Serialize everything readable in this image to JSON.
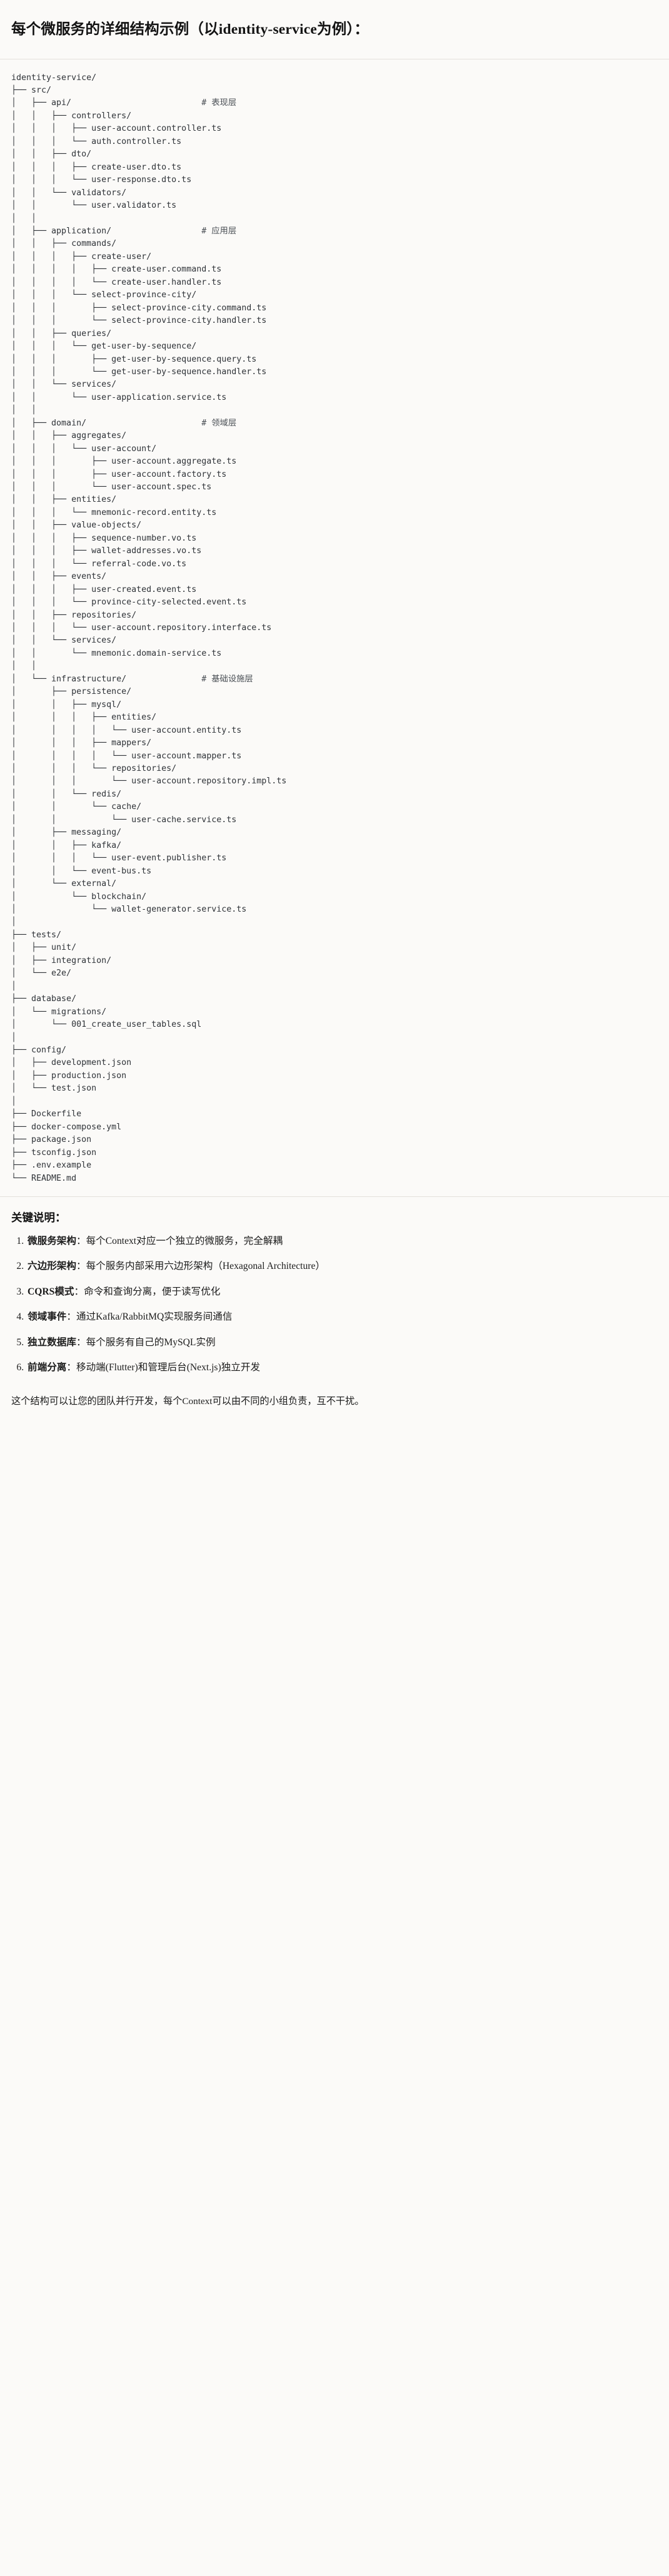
{
  "document": {
    "title": "每个微服务的详细结构示例（以identity-service为例）：",
    "tree_root": "identity-service/",
    "tree_lines": [
      "identity-service/",
      "├── src/",
      "│   ├── api/                          # 表现层",
      "│   │   ├── controllers/",
      "│   │   │   ├── user-account.controller.ts",
      "│   │   │   └── auth.controller.ts",
      "│   │   ├── dto/",
      "│   │   │   ├── create-user.dto.ts",
      "│   │   │   └── user-response.dto.ts",
      "│   │   └── validators/",
      "│   │       └── user.validator.ts",
      "│   │",
      "│   ├── application/                  # 应用层",
      "│   │   ├── commands/",
      "│   │   │   ├── create-user/",
      "│   │   │   │   ├── create-user.command.ts",
      "│   │   │   │   └── create-user.handler.ts",
      "│   │   │   └── select-province-city/",
      "│   │   │       ├── select-province-city.command.ts",
      "│   │   │       └── select-province-city.handler.ts",
      "│   │   ├── queries/",
      "│   │   │   └── get-user-by-sequence/",
      "│   │   │       ├── get-user-by-sequence.query.ts",
      "│   │   │       └── get-user-by-sequence.handler.ts",
      "│   │   └── services/",
      "│   │       └── user-application.service.ts",
      "│   │",
      "│   ├── domain/                       # 领域层",
      "│   │   ├── aggregates/",
      "│   │   │   └── user-account/",
      "│   │   │       ├── user-account.aggregate.ts",
      "│   │   │       ├── user-account.factory.ts",
      "│   │   │       └── user-account.spec.ts",
      "│   │   ├── entities/",
      "│   │   │   └── mnemonic-record.entity.ts",
      "│   │   ├── value-objects/",
      "│   │   │   ├── sequence-number.vo.ts",
      "│   │   │   ├── wallet-addresses.vo.ts",
      "│   │   │   └── referral-code.vo.ts",
      "│   │   ├── events/",
      "│   │   │   ├── user-created.event.ts",
      "│   │   │   └── province-city-selected.event.ts",
      "│   │   ├── repositories/",
      "│   │   │   └── user-account.repository.interface.ts",
      "│   │   └── services/",
      "│   │       └── mnemonic.domain-service.ts",
      "│   │",
      "│   └── infrastructure/               # 基础设施层",
      "│       ├── persistence/",
      "│       │   ├── mysql/",
      "│       │   │   ├── entities/",
      "│       │   │   │   └── user-account.entity.ts",
      "│       │   │   ├── mappers/",
      "│       │   │   │   └── user-account.mapper.ts",
      "│       │   │   └── repositories/",
      "│       │   │       └── user-account.repository.impl.ts",
      "│       │   └── redis/",
      "│       │       └── cache/",
      "│       │           └── user-cache.service.ts",
      "│       ├── messaging/",
      "│       │   ├── kafka/",
      "│       │   │   └── user-event.publisher.ts",
      "│       │   └── event-bus.ts",
      "│       └── external/",
      "│           └── blockchain/",
      "│               └── wallet-generator.service.ts",
      "│",
      "├── tests/",
      "│   ├── unit/",
      "│   ├── integration/",
      "│   └── e2e/",
      "│",
      "├── database/",
      "│   └── migrations/",
      "│       └── 001_create_user_tables.sql",
      "│",
      "├── config/",
      "│   ├── development.json",
      "│   ├── production.json",
      "│   └── test.json",
      "│",
      "├── Dockerfile",
      "├── docker-compose.yml",
      "├── package.json",
      "├── tsconfig.json",
      "├── .env.example",
      "└── README.md"
    ],
    "layer_comments": [
      {
        "path": "api/",
        "comment": "# 表现层"
      },
      {
        "path": "application/",
        "comment": "# 应用层"
      },
      {
        "path": "domain/",
        "comment": "# 领域层"
      },
      {
        "path": "infrastructure/",
        "comment": "# 基础设施层"
      }
    ],
    "notes_heading": "关键说明：",
    "notes": [
      {
        "label": "微服务架构",
        "text": "：每个Context对应一个独立的微服务，完全解耦"
      },
      {
        "label": "六边形架构",
        "text": "：每个服务内部采用六边形架构（Hexagonal Architecture）"
      },
      {
        "label": "CQRS模式",
        "text": "：命令和查询分离，便于读写优化"
      },
      {
        "label": "领域事件",
        "text": "：通过Kafka/RabbitMQ实现服务间通信"
      },
      {
        "label": "独立数据库",
        "text": "：每个服务有自己的MySQL实例"
      },
      {
        "label": "前端分离",
        "text": "：移动端(Flutter)和管理后台(Next.js)独立开发"
      }
    ],
    "closing": "这个结构可以让您的团队并行开发，每个Context可以由不同的小组负责，互不干扰。"
  }
}
